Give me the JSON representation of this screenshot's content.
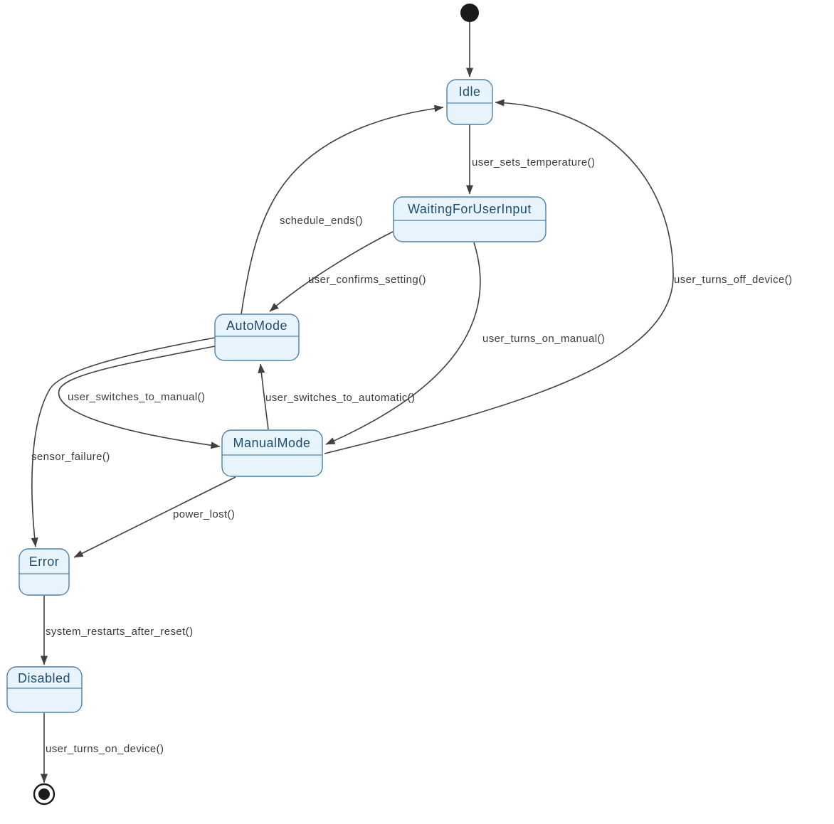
{
  "diagram": {
    "type": "uml-state-machine",
    "colors": {
      "state_fill": "#e8f4fc",
      "state_border": "#4d81a8",
      "state_title_text": "#1d4e74",
      "edge_line": "#404040",
      "edge_label_text": "#3a3a3a",
      "terminal_node": "#1a1a1a",
      "background": "#ffffff"
    },
    "pseudostates": [
      {
        "id": "initial",
        "kind": "initial-state"
      },
      {
        "id": "final",
        "kind": "final-state"
      }
    ],
    "states": [
      {
        "id": "idle",
        "name": "Idle"
      },
      {
        "id": "waiting",
        "name": "WaitingForUserInput"
      },
      {
        "id": "auto",
        "name": "AutoMode"
      },
      {
        "id": "manual",
        "name": "ManualMode"
      },
      {
        "id": "error",
        "name": "Error"
      },
      {
        "id": "disabled",
        "name": "Disabled"
      }
    ],
    "transitions": [
      {
        "from": "initial",
        "to": "Idle",
        "label": ""
      },
      {
        "from": "Idle",
        "to": "WaitingForUserInput",
        "label": "user_sets_temperature()"
      },
      {
        "from": "WaitingForUserInput",
        "to": "AutoMode",
        "label": "user_confirms_setting()"
      },
      {
        "from": "AutoMode",
        "to": "Idle",
        "label": "schedule_ends()"
      },
      {
        "from": "WaitingForUserInput",
        "to": "ManualMode",
        "label": "user_turns_on_manual()"
      },
      {
        "from": "ManualMode",
        "to": "Idle",
        "label": "user_turns_off_device()"
      },
      {
        "from": "AutoMode",
        "to": "ManualMode",
        "label": "user_switches_to_manual()"
      },
      {
        "from": "ManualMode",
        "to": "AutoMode",
        "label": "user_switches_to_automatic()"
      },
      {
        "from": "AutoMode",
        "to": "Error",
        "label": "sensor_failure()"
      },
      {
        "from": "ManualMode",
        "to": "Error",
        "label": "power_lost()"
      },
      {
        "from": "Error",
        "to": "Disabled",
        "label": "system_restarts_after_reset()"
      },
      {
        "from": "Disabled",
        "to": "final",
        "label": "user_turns_on_device()"
      }
    ]
  }
}
